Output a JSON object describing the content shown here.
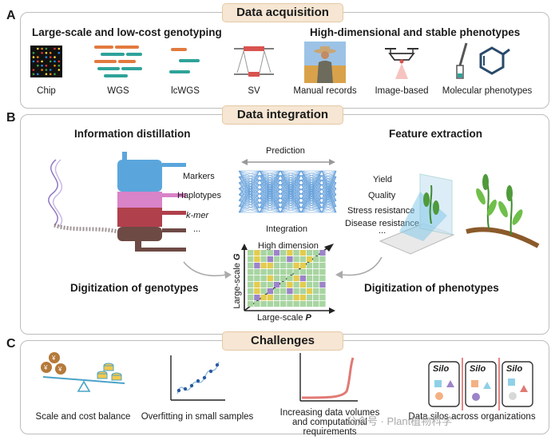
{
  "panel_a": {
    "letter": "A",
    "banner": "Data acquisition",
    "left_heading": "Large-scale and low-cost genotyping",
    "right_heading": "High-dimensional and stable phenotypes",
    "items": [
      "Chip",
      "WGS",
      "lcWGS",
      "SV",
      "Manual records",
      "Image-based",
      "Molecular phenotypes"
    ]
  },
  "panel_b": {
    "letter": "B",
    "banner": "Data integration",
    "left_heading": "Information distillation",
    "right_heading": "Feature extraction",
    "geno_items": [
      "Markers",
      "Haplotypes",
      "k-mer",
      "..."
    ],
    "pheno_items": [
      "Yield",
      "Quality",
      "Stress resistance",
      "Disease resistance",
      "..."
    ],
    "prediction": "Prediction",
    "integration": "Integration",
    "high_dimension": "High dimension",
    "axis_g_prefix": "Large-scale ",
    "axis_g_letter": "G",
    "axis_p_prefix": "Large-scale ",
    "axis_p_letter": "P",
    "left_footer": "Digitization of genotypes",
    "right_footer": "Digitization of phenotypes"
  },
  "panel_c": {
    "letter": "C",
    "banner": "Challenges",
    "items": [
      "Scale and cost balance",
      "Overfitting in small samples",
      "Increasing data volumes and computational requirements",
      "Data silos across organizations"
    ],
    "silo_label": "Silo"
  },
  "watermark": "公众号 · Plant植物科学",
  "colors": {
    "banner_bg": "#f6e6d3",
    "blue": "#5aa6dc",
    "pink": "#d983c8",
    "red": "#b0404c",
    "brown": "#6e4a45",
    "green": "#4f9a3b",
    "yellow": "#e3cc4f",
    "purple": "#9c84c9",
    "mint": "#a8d5a2"
  }
}
